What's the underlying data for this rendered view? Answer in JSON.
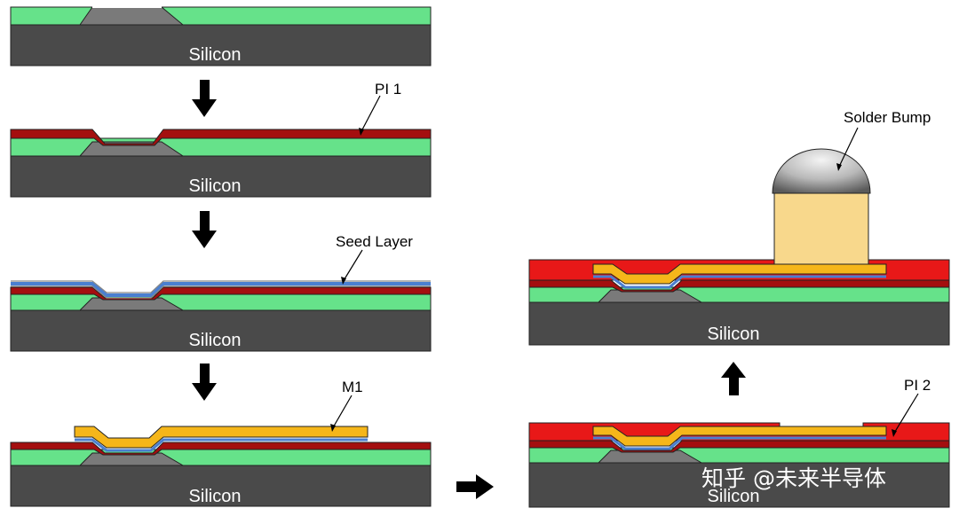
{
  "substrate_label": "Silicon",
  "callouts": {
    "pi1": "PI 1",
    "seed_layer": "Seed Layer",
    "m1": "M1",
    "pi2": "PI 2",
    "solder_bump": "Solder Bump"
  },
  "watermark": "知乎 @未来半导体",
  "colors": {
    "silicon": "#4a4a4a",
    "passivation": "#66e28a",
    "pad": "#7a7a7a",
    "pi1": "#a40f0f",
    "pi2": "#e81818",
    "seed_blue": "#4a7fd0",
    "m1": "#f5b61a",
    "ubm": "#f8d88c",
    "solder": "#c8c8c8",
    "arrow": "#000000"
  }
}
